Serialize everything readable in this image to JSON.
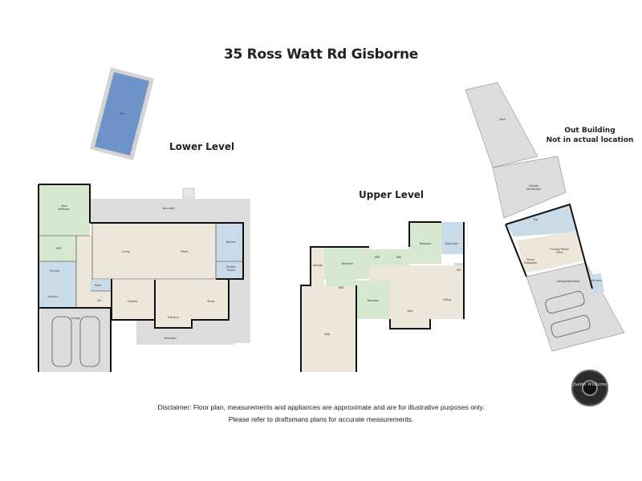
{
  "header": {
    "title": "35 Ross Watt Rd Gisborne"
  },
  "levels": {
    "lower": {
      "label": "Lower Level"
    },
    "upper": {
      "label": "Upper Level"
    },
    "outbuilding": {
      "label_line1": "Out Building",
      "label_line2": "Not in actual location"
    }
  },
  "rooms": {
    "pool": "Pool",
    "lower": {
      "main_bedroom_1": "Main",
      "main_bedroom_2": "Bedroom",
      "wir": "WIR",
      "ensuite": "Ensuite",
      "laundry": "Laundry",
      "garage": "Garage",
      "verandah_top": "Verandah",
      "living": "Living",
      "meals": "Meals",
      "kitchen": "Kitchen",
      "butlers_pantry_1": "Butlers",
      "butlers_pantry_2": "Pantry",
      "pwdr": "Pwdr",
      "wc": "WC",
      "cinema": "Cinema",
      "entrance": "Entrance",
      "study": "Study",
      "verandah_bottom": "Verandah"
    },
    "upper": {
      "storage": "Storage",
      "bedroom_1": "Bedroom",
      "wir_1": "WIR",
      "wir_2": "WIR",
      "wir_3": "WIR",
      "bedroom_2": "Bedroom",
      "bathroom": "Bathroom",
      "wc": "WC",
      "bedroom_3": "Bedroom",
      "void": "Void",
      "sitting": "Sitting",
      "attic": "Attic"
    },
    "outbuilding": {
      "deck": "Deck",
      "outside_kitchen_1": "Outside",
      "outside_kitchen_2": "Kitchen/Bar",
      "bar": "Bar",
      "salon_1": "Salon/",
      "salon_2": "Showroom",
      "therapy_1": "Therapy Room/",
      "therapy_2": "Office",
      "garage_workshop": "Garage/Workshop",
      "bathroom": "Bathroom"
    }
  },
  "disclaimer": {
    "line1": "Disclaimer: Floor plan, measurements and appliances are approximate and are for illustrative purposes only.",
    "line2": "Please refer to draftsmans plans for accurate measurements."
  },
  "logo": {
    "text": "Justin Williams"
  },
  "colors": {
    "bedroom": "#d6e8cf",
    "wet": "#c9dbe8",
    "living": "#ece7da",
    "outdoor": "#dcdcdc",
    "pool": "#6e93c9",
    "wall": "#111111"
  }
}
